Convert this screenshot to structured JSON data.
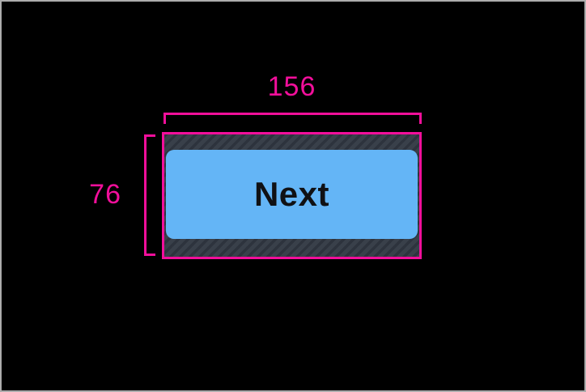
{
  "window": {
    "background_color": "#000000",
    "frame_border_color": "#ACACAC"
  },
  "inspector": {
    "accent_color": "#F20F9B",
    "measurements": {
      "width": "156",
      "height": "76"
    },
    "padding_hatch": {
      "base_color": "#39404A",
      "stripe_color": "#2D333D"
    },
    "button": {
      "label": "Next",
      "fill_color": "#64B5F6",
      "text_color": "#101114"
    }
  }
}
